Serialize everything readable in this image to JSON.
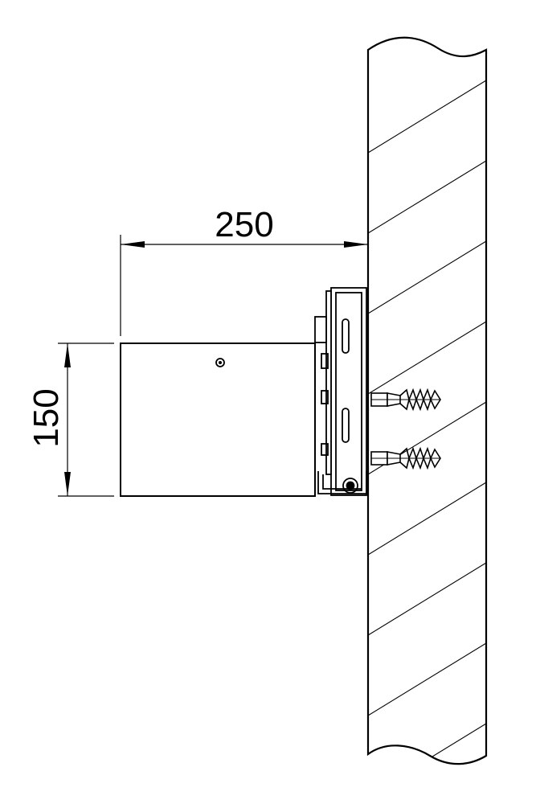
{
  "dimensions": {
    "width_label": "250",
    "height_label": "150"
  },
  "colors": {
    "line": "#000000",
    "background": "#ffffff"
  },
  "components": {
    "wall": "wall-section",
    "box": "mounted-box",
    "bracket": "wall-bracket",
    "anchors": [
      "wall-anchor-upper",
      "wall-anchor-lower"
    ]
  }
}
